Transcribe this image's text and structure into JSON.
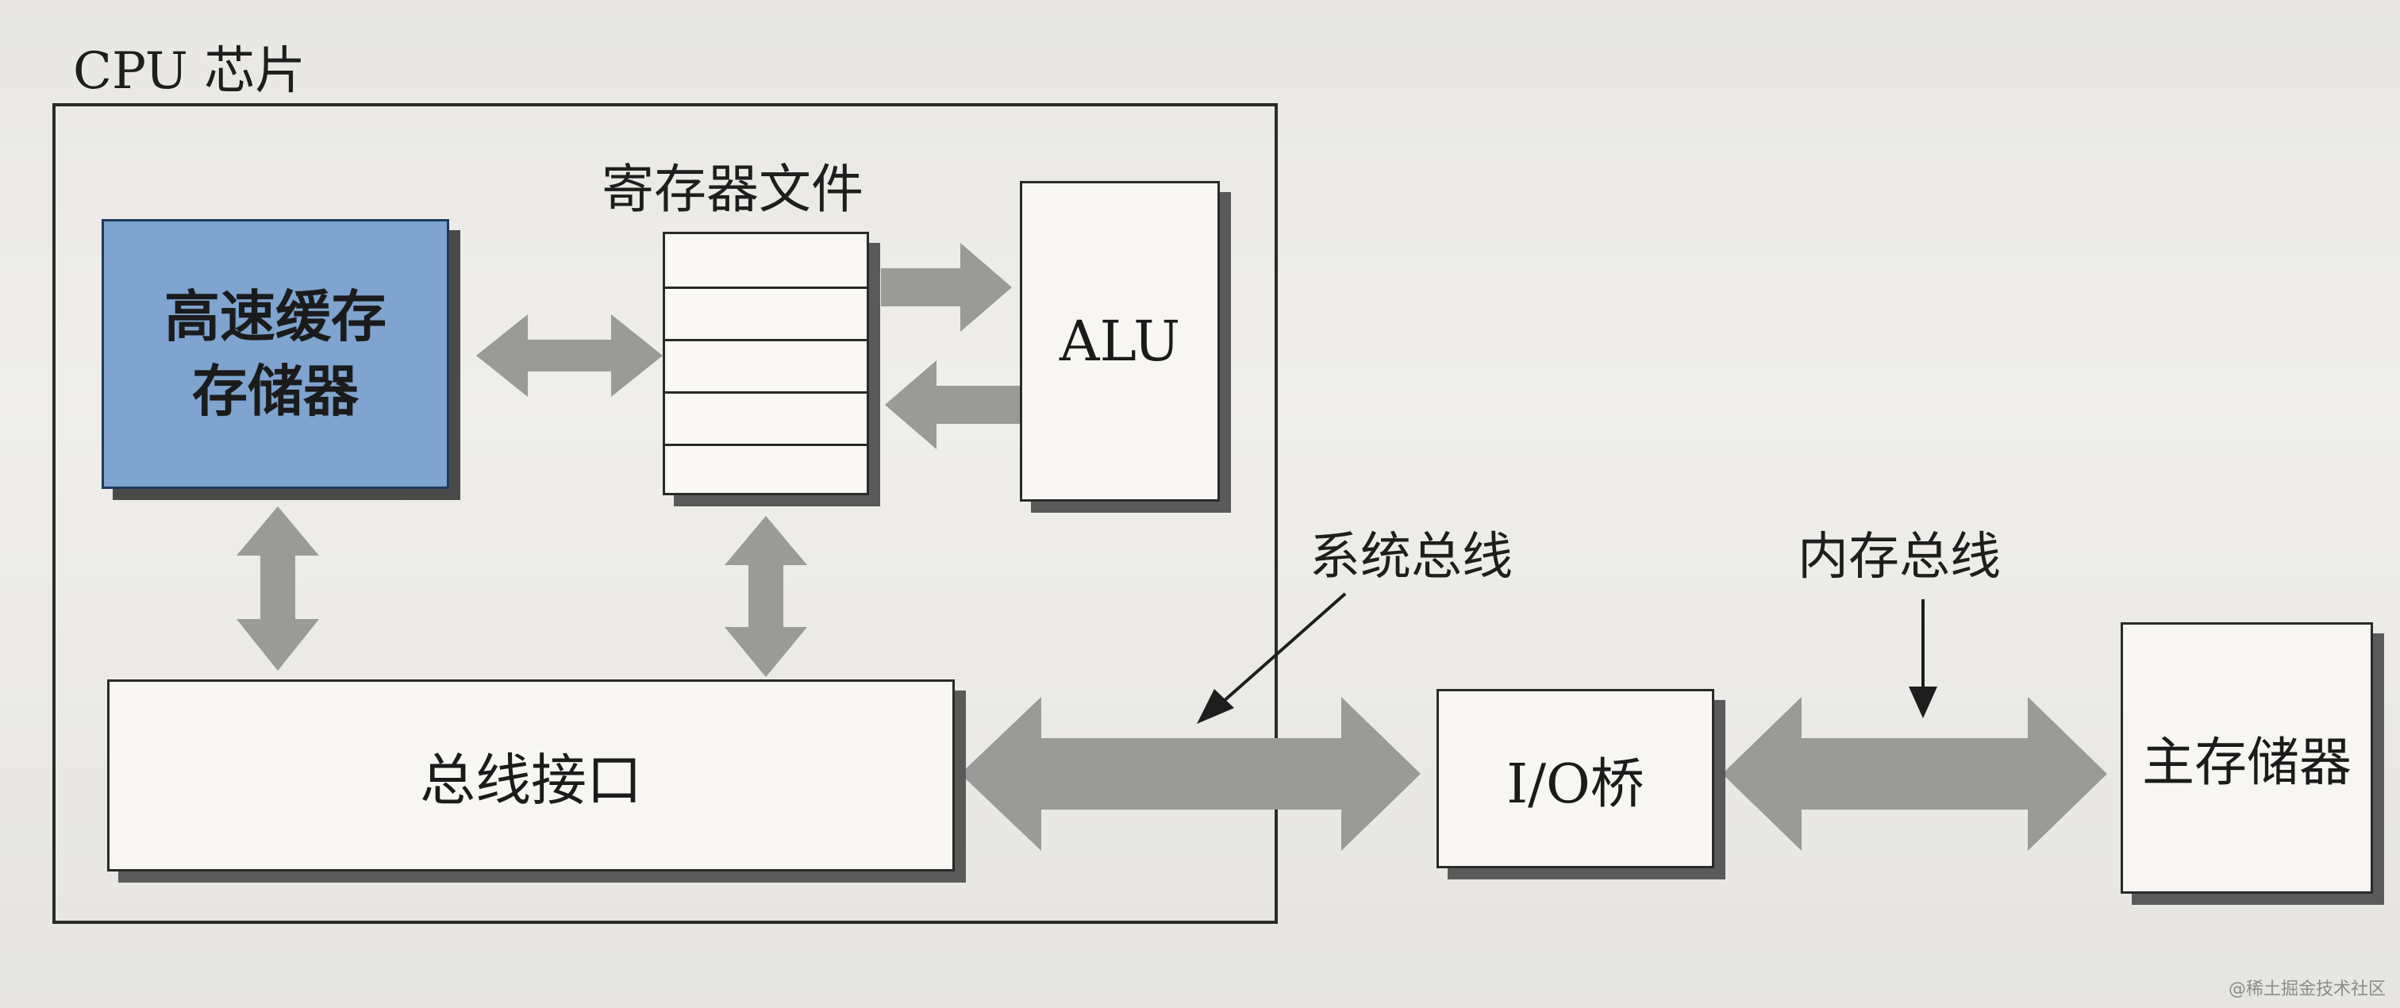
{
  "cpu_chip": {
    "label": "CPU 芯片"
  },
  "cache": {
    "label_line1": "高速缓存",
    "label_line2": "存储器",
    "fill": "#7ea4cf"
  },
  "register_file": {
    "label": "寄存器文件",
    "rows": 5
  },
  "alu": {
    "label": "ALU"
  },
  "bus_interface": {
    "label": "总线接口"
  },
  "system_bus": {
    "label": "系统总线"
  },
  "memory_bus": {
    "label": "内存总线"
  },
  "io_bridge": {
    "label": "I/O桥"
  },
  "main_memory": {
    "label": "主存储器"
  },
  "watermark": {
    "text": "@稀土掘金技术社区"
  },
  "colors": {
    "arrow": "#9a9a98",
    "line": "#2a2a2a",
    "paper": "#f7f6f2"
  }
}
